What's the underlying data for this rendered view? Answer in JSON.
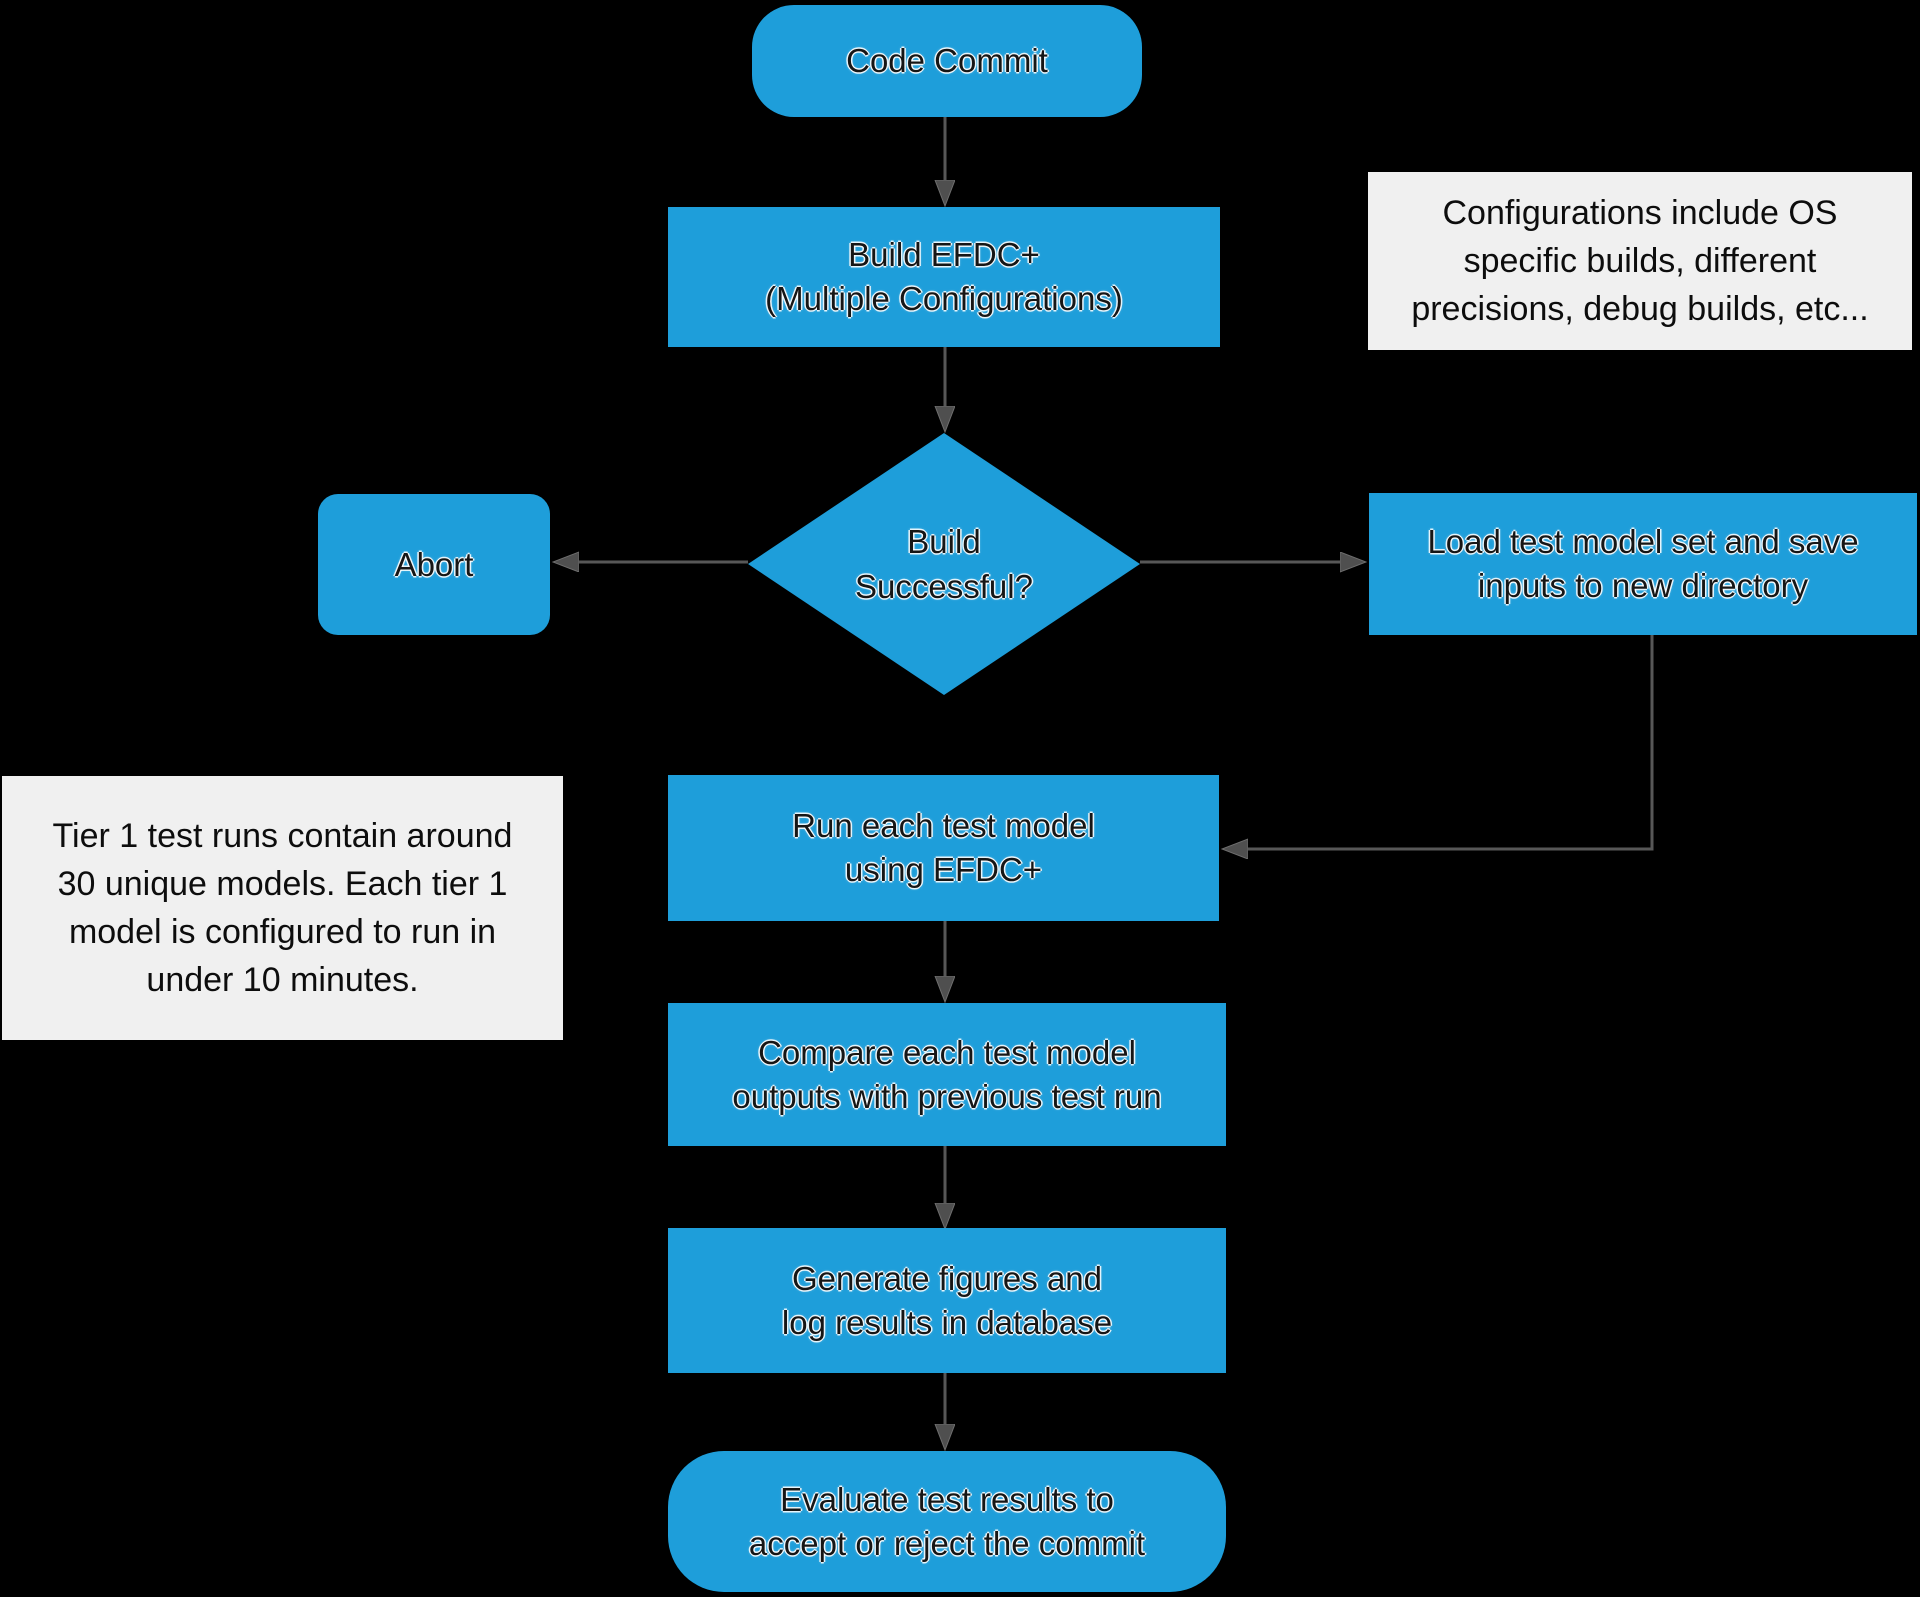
{
  "colors": {
    "background": "#000000",
    "node_blue": "#1E9EDA",
    "note_background": "#F0F0F0",
    "node_text": "#161616",
    "note_text": "#0D0D0D",
    "arrow": "#575757"
  },
  "nodes": {
    "code_commit": {
      "label": "Code Commit"
    },
    "build": {
      "line1": "Build EFDC+",
      "line2": "(Multiple Configurations)"
    },
    "decision": {
      "line1": "Build",
      "line2": "Successful?"
    },
    "abort": {
      "label": "Abort"
    },
    "load": {
      "line1": "Load test model set and save",
      "line2": "inputs to new directory"
    },
    "run": {
      "line1": "Run each test model",
      "line2": "using EFDC+"
    },
    "compare": {
      "line1": "Compare each test model",
      "line2": "outputs with previous test run"
    },
    "generate": {
      "line1": "Generate figures and",
      "line2": "log results in database"
    },
    "evaluate": {
      "line1": "Evaluate test results to",
      "line2": "accept or reject the commit"
    }
  },
  "notes": {
    "configurations": {
      "line1": "Configurations include OS",
      "line2": "specific builds, different",
      "line3": "precisions, debug builds, etc..."
    },
    "tier1": {
      "line1": "Tier 1 test runs contain around",
      "line2": "30 unique models. Each tier 1",
      "line3": "model is configured to run in",
      "line4": "under 10 minutes."
    }
  }
}
